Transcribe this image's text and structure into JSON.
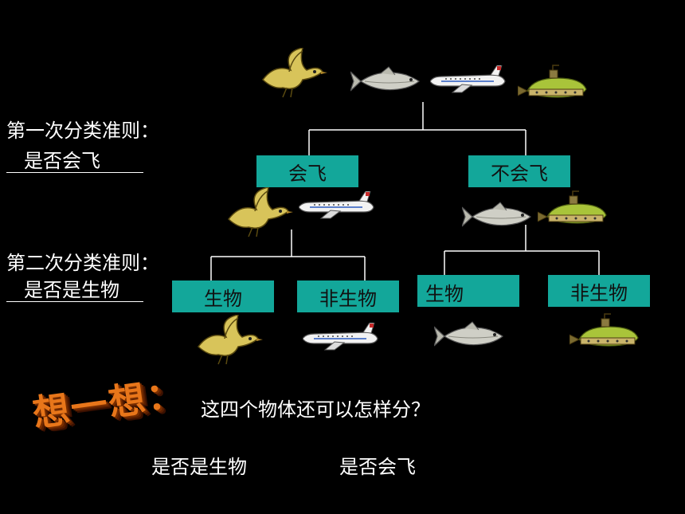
{
  "criteria": {
    "first_title": "第一次分类准则：",
    "first_value": "是否会飞",
    "second_title": "第二次分类准则：",
    "second_value": "是否是生物"
  },
  "boxes": {
    "fly": "会飞",
    "no_fly": "不会飞",
    "living_left": "生物",
    "nonliving_left": "非生物",
    "living_right": "生物",
    "nonliving_right": "非生物"
  },
  "think": {
    "title": "想一想：",
    "question": "这四个物体还可以怎样分？",
    "option1": "是否是生物",
    "option2": "是否会飞"
  },
  "colors": {
    "box": "#13a79a",
    "background": "#000000",
    "accent": "#e8761a"
  }
}
